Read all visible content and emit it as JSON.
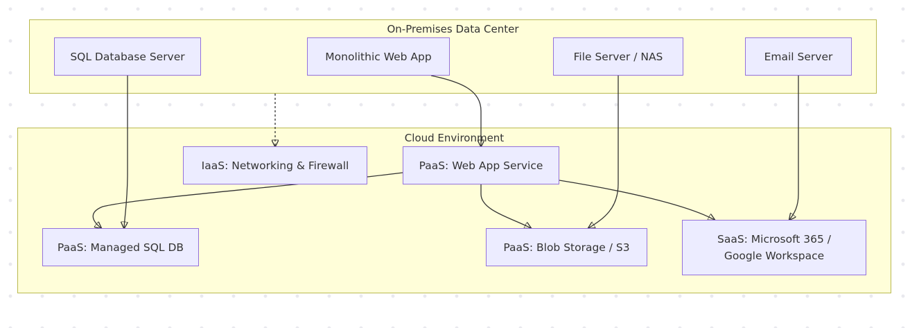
{
  "groups": {
    "on_prem": {
      "title": "On-Premises Data Center"
    },
    "cloud": {
      "title": "Cloud Environment"
    }
  },
  "nodes": {
    "sql_server": "SQL Database Server",
    "web_app": "Monolithic Web App",
    "file_server": "File Server / NAS",
    "email_server": "Email Server",
    "iaas_net": "IaaS: Networking & Firewall",
    "paas_web": "PaaS: Web App Service",
    "paas_sql": "PaaS: Managed SQL DB",
    "paas_blob": "PaaS: Blob Storage / S3",
    "saas_office": "SaaS: Microsoft 365 /\nGoogle Workspace"
  },
  "colors": {
    "group_fill": "#fffed9",
    "group_border": "#b9b94f",
    "node_fill": "#ececff",
    "node_border": "#9370db",
    "edge": "#333333"
  }
}
